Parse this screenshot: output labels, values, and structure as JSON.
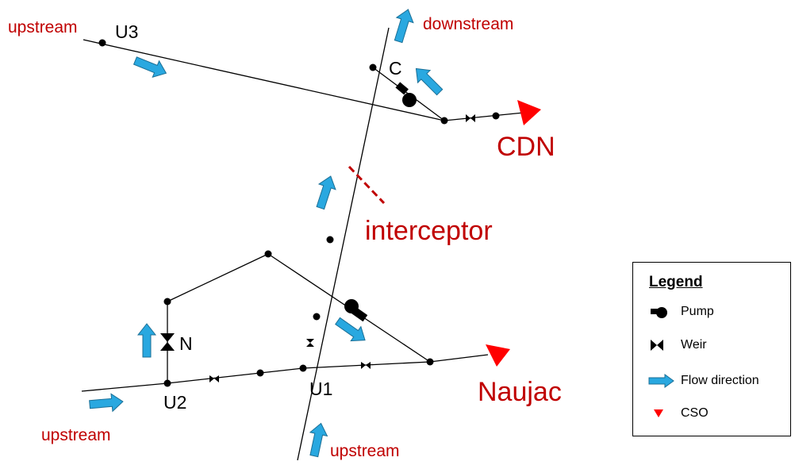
{
  "labels": {
    "u3": "U3",
    "u2": "U2",
    "u1": "U1",
    "c": "C",
    "n": "N",
    "cdn": "CDN",
    "naujac": "Naujac",
    "interceptor": "interceptor",
    "upstream_top_left": "upstream",
    "upstream_bottom_left": "upstream",
    "upstream_bottom": "upstream",
    "downstream": "downstream"
  },
  "legend": {
    "title": "Legend",
    "pump": "Pump",
    "weir": "Weir",
    "flow": "Flow direction",
    "cso": "CSO"
  },
  "colors": {
    "flow_arrow": "#29a8e0",
    "cso": "#ff0000",
    "label_red": "#c00000",
    "line": "#000000"
  }
}
